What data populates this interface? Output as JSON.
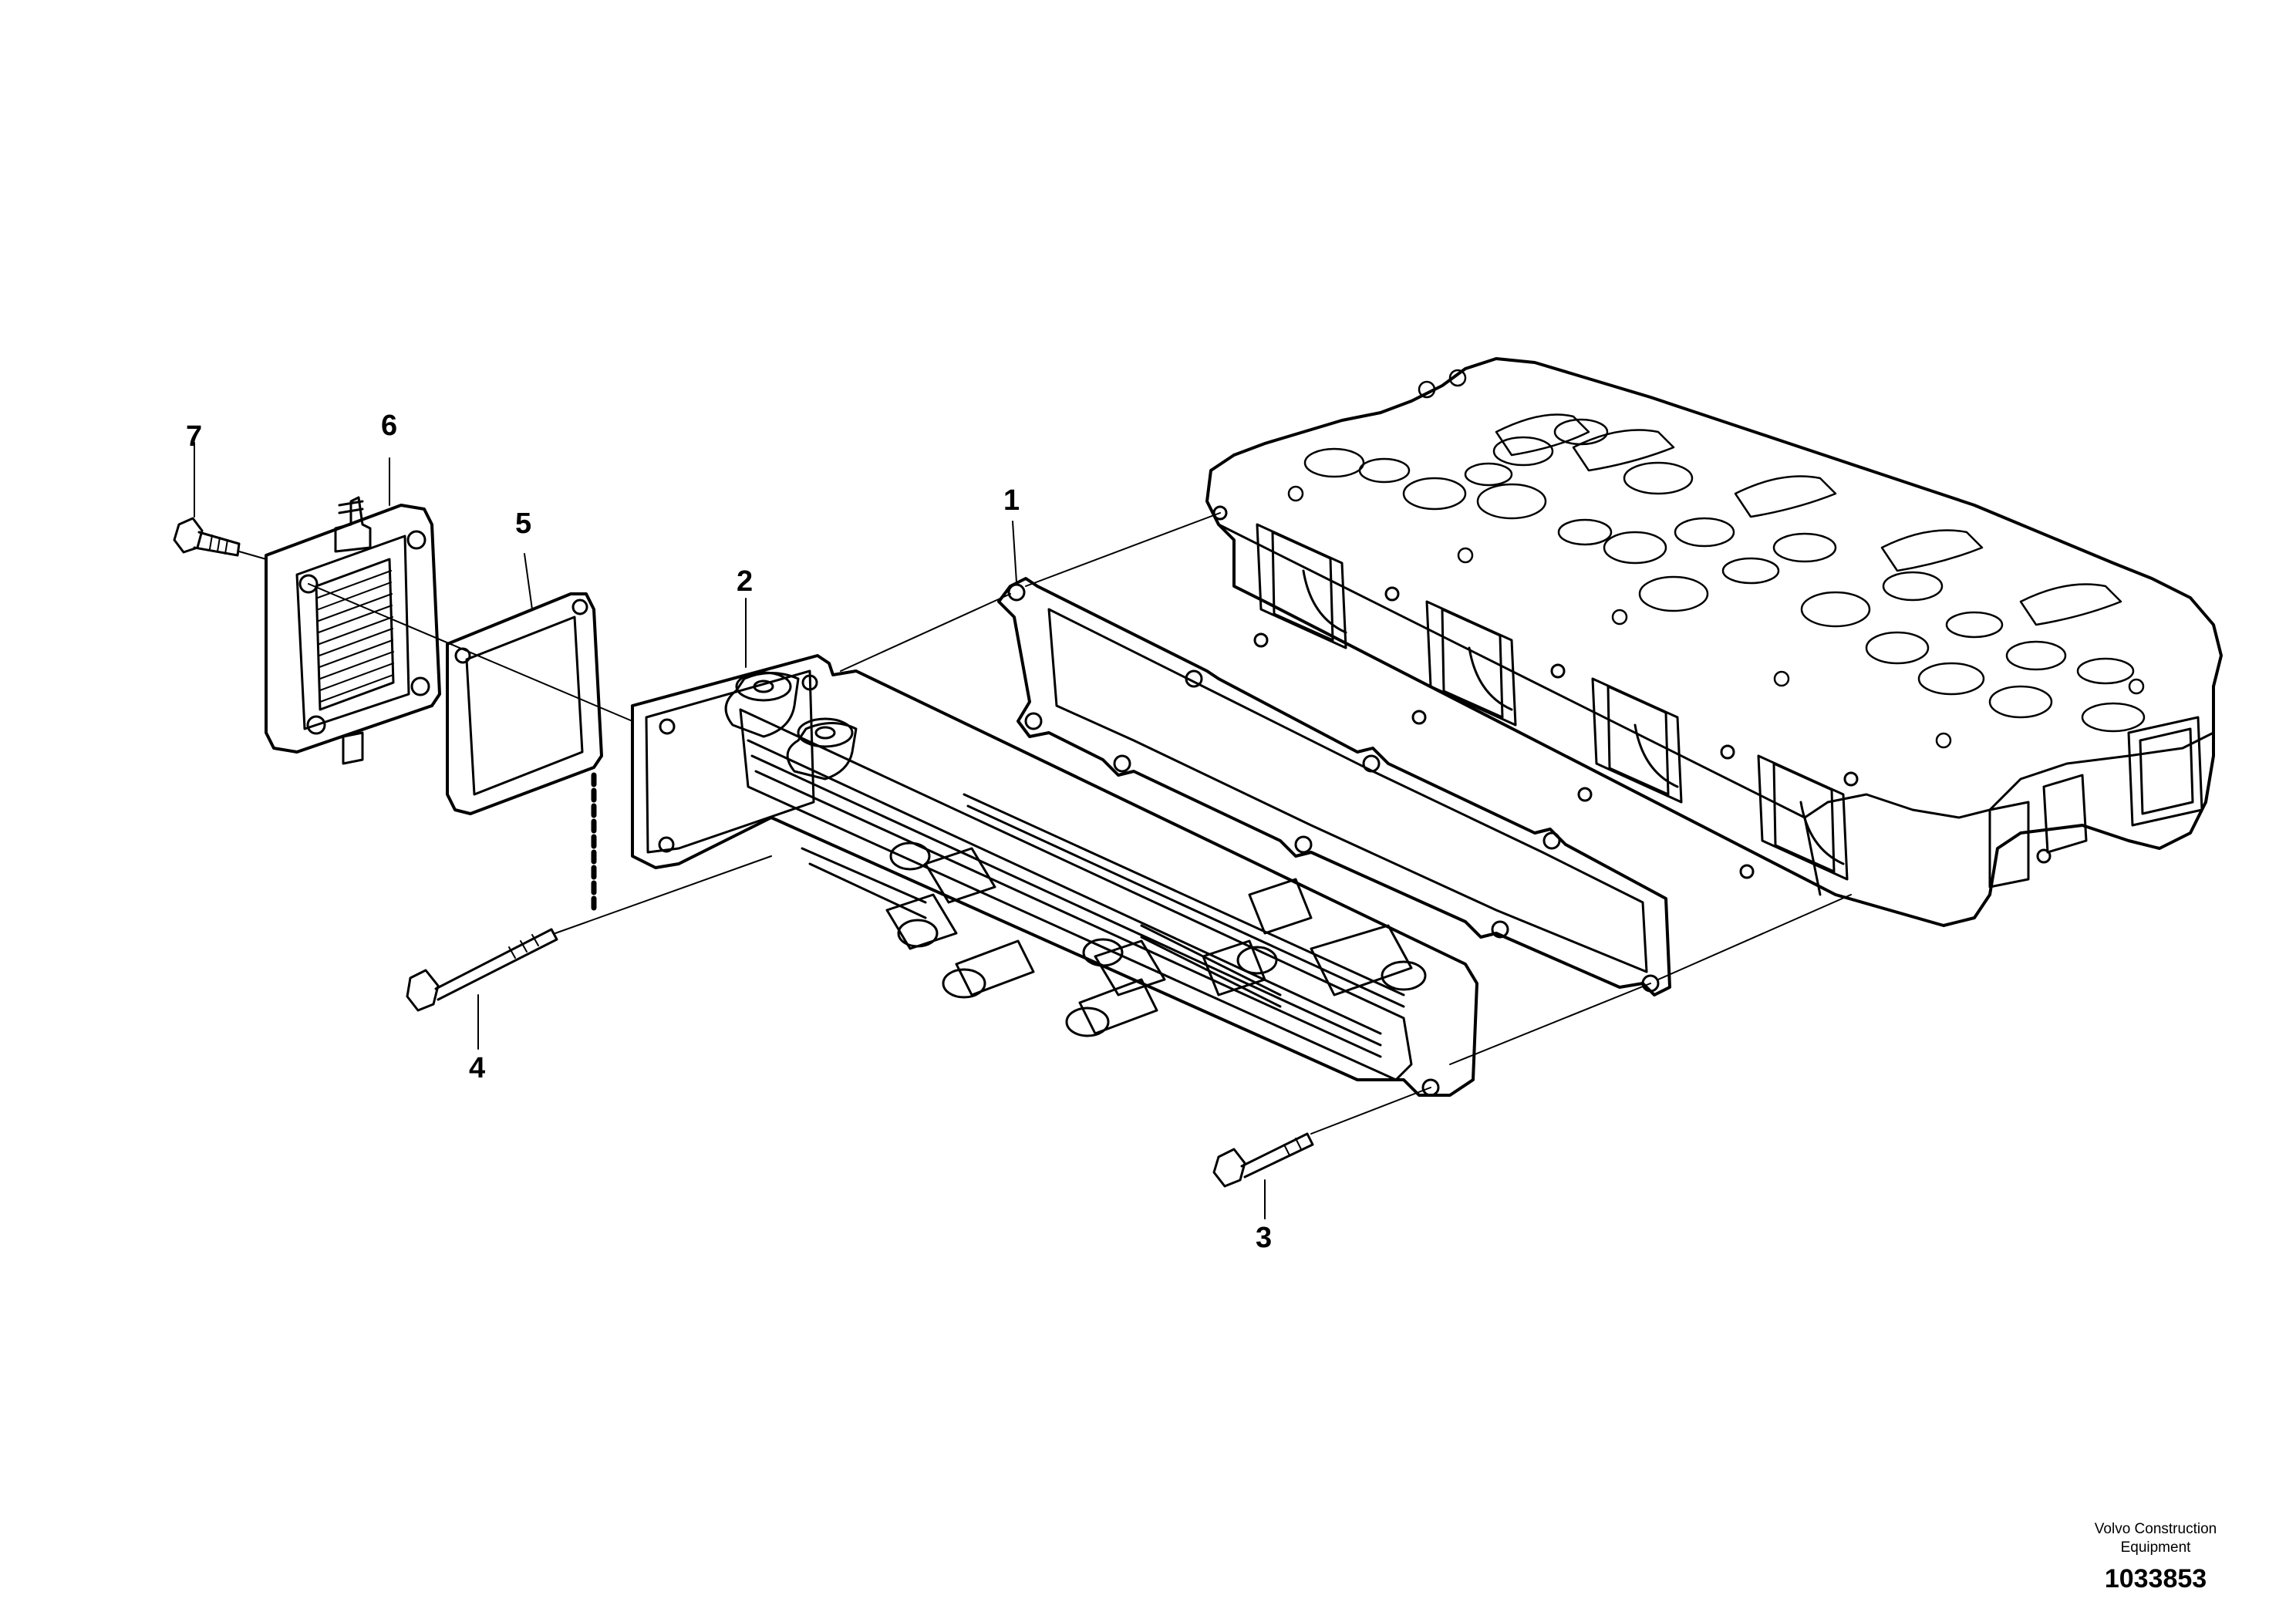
{
  "callouts": {
    "c1": "1",
    "c2": "2",
    "c3": "3",
    "c4": "4",
    "c5": "5",
    "c6": "6",
    "c7": "7"
  },
  "footer": {
    "brand_line1": "Volvo Construction",
    "brand_line2": "Equipment",
    "document_number": "1033853"
  },
  "colors": {
    "line": "#000000",
    "background": "#ffffff"
  }
}
